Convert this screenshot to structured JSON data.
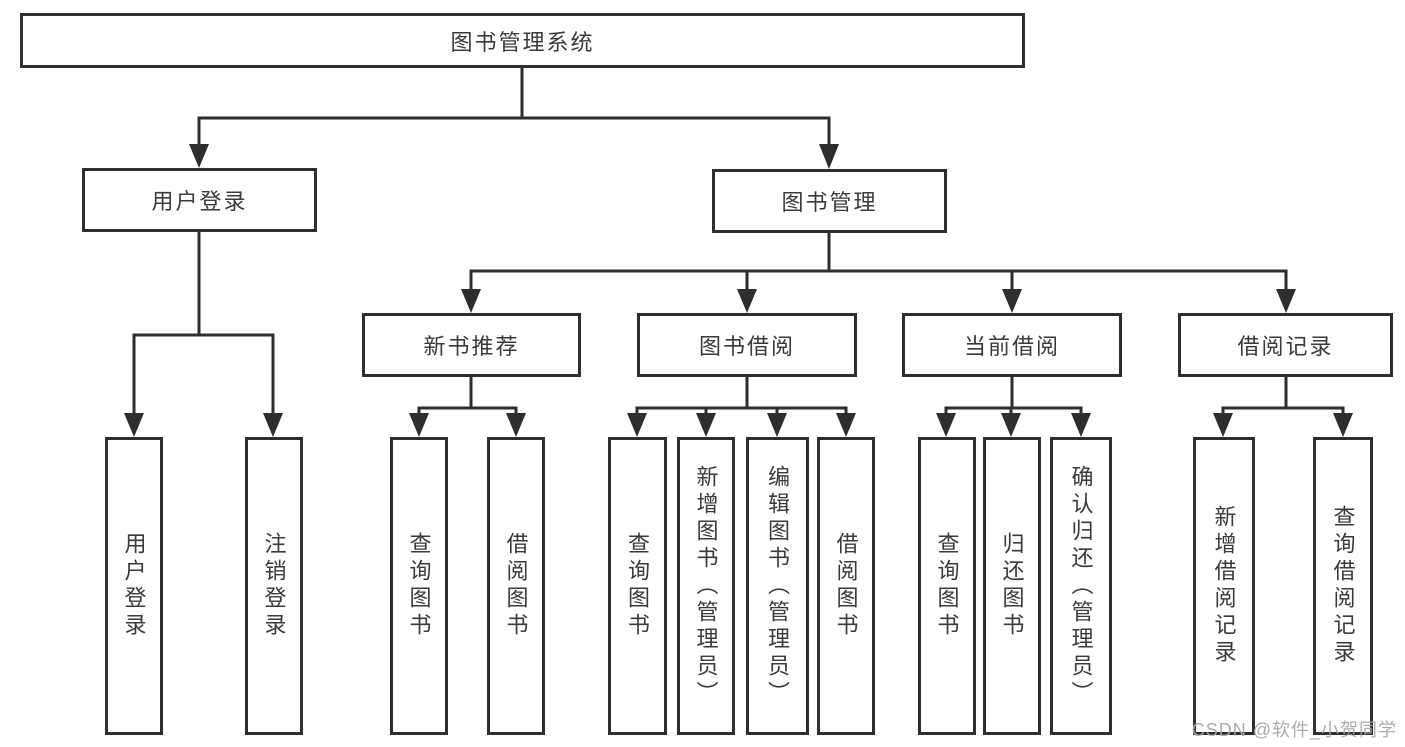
{
  "diagram": {
    "type": "tree",
    "title": "图书管理系统",
    "watermark": "CSDN @软件_小贺同学",
    "colors": {
      "line": "#2e2e2e",
      "box_border": "#2e2e2e",
      "box_fill": "#ffffff",
      "text": "#3a3a3a",
      "watermark": "#a8a8a8"
    },
    "tree": {
      "label": "图书管理系统",
      "children": [
        {
          "label": "用户登录",
          "children": [
            {
              "label": "用户登录"
            },
            {
              "label": "注销登录"
            }
          ]
        },
        {
          "label": "图书管理",
          "children": [
            {
              "label": "新书推荐",
              "children": [
                {
                  "label": "查询图书"
                },
                {
                  "label": "借阅图书"
                }
              ]
            },
            {
              "label": "图书借阅",
              "children": [
                {
                  "label": "查询图书"
                },
                {
                  "label": "新增图书（管理员）"
                },
                {
                  "label": "编辑图书（管理员）"
                },
                {
                  "label": "借阅图书"
                }
              ]
            },
            {
              "label": "当前借阅",
              "children": [
                {
                  "label": "查询图书"
                },
                {
                  "label": "归还图书"
                },
                {
                  "label": "确认归还（管理员）"
                }
              ]
            },
            {
              "label": "借阅记录",
              "children": [
                {
                  "label": "新增借阅记录"
                },
                {
                  "label": "查询借阅记录"
                }
              ]
            }
          ]
        }
      ]
    }
  }
}
